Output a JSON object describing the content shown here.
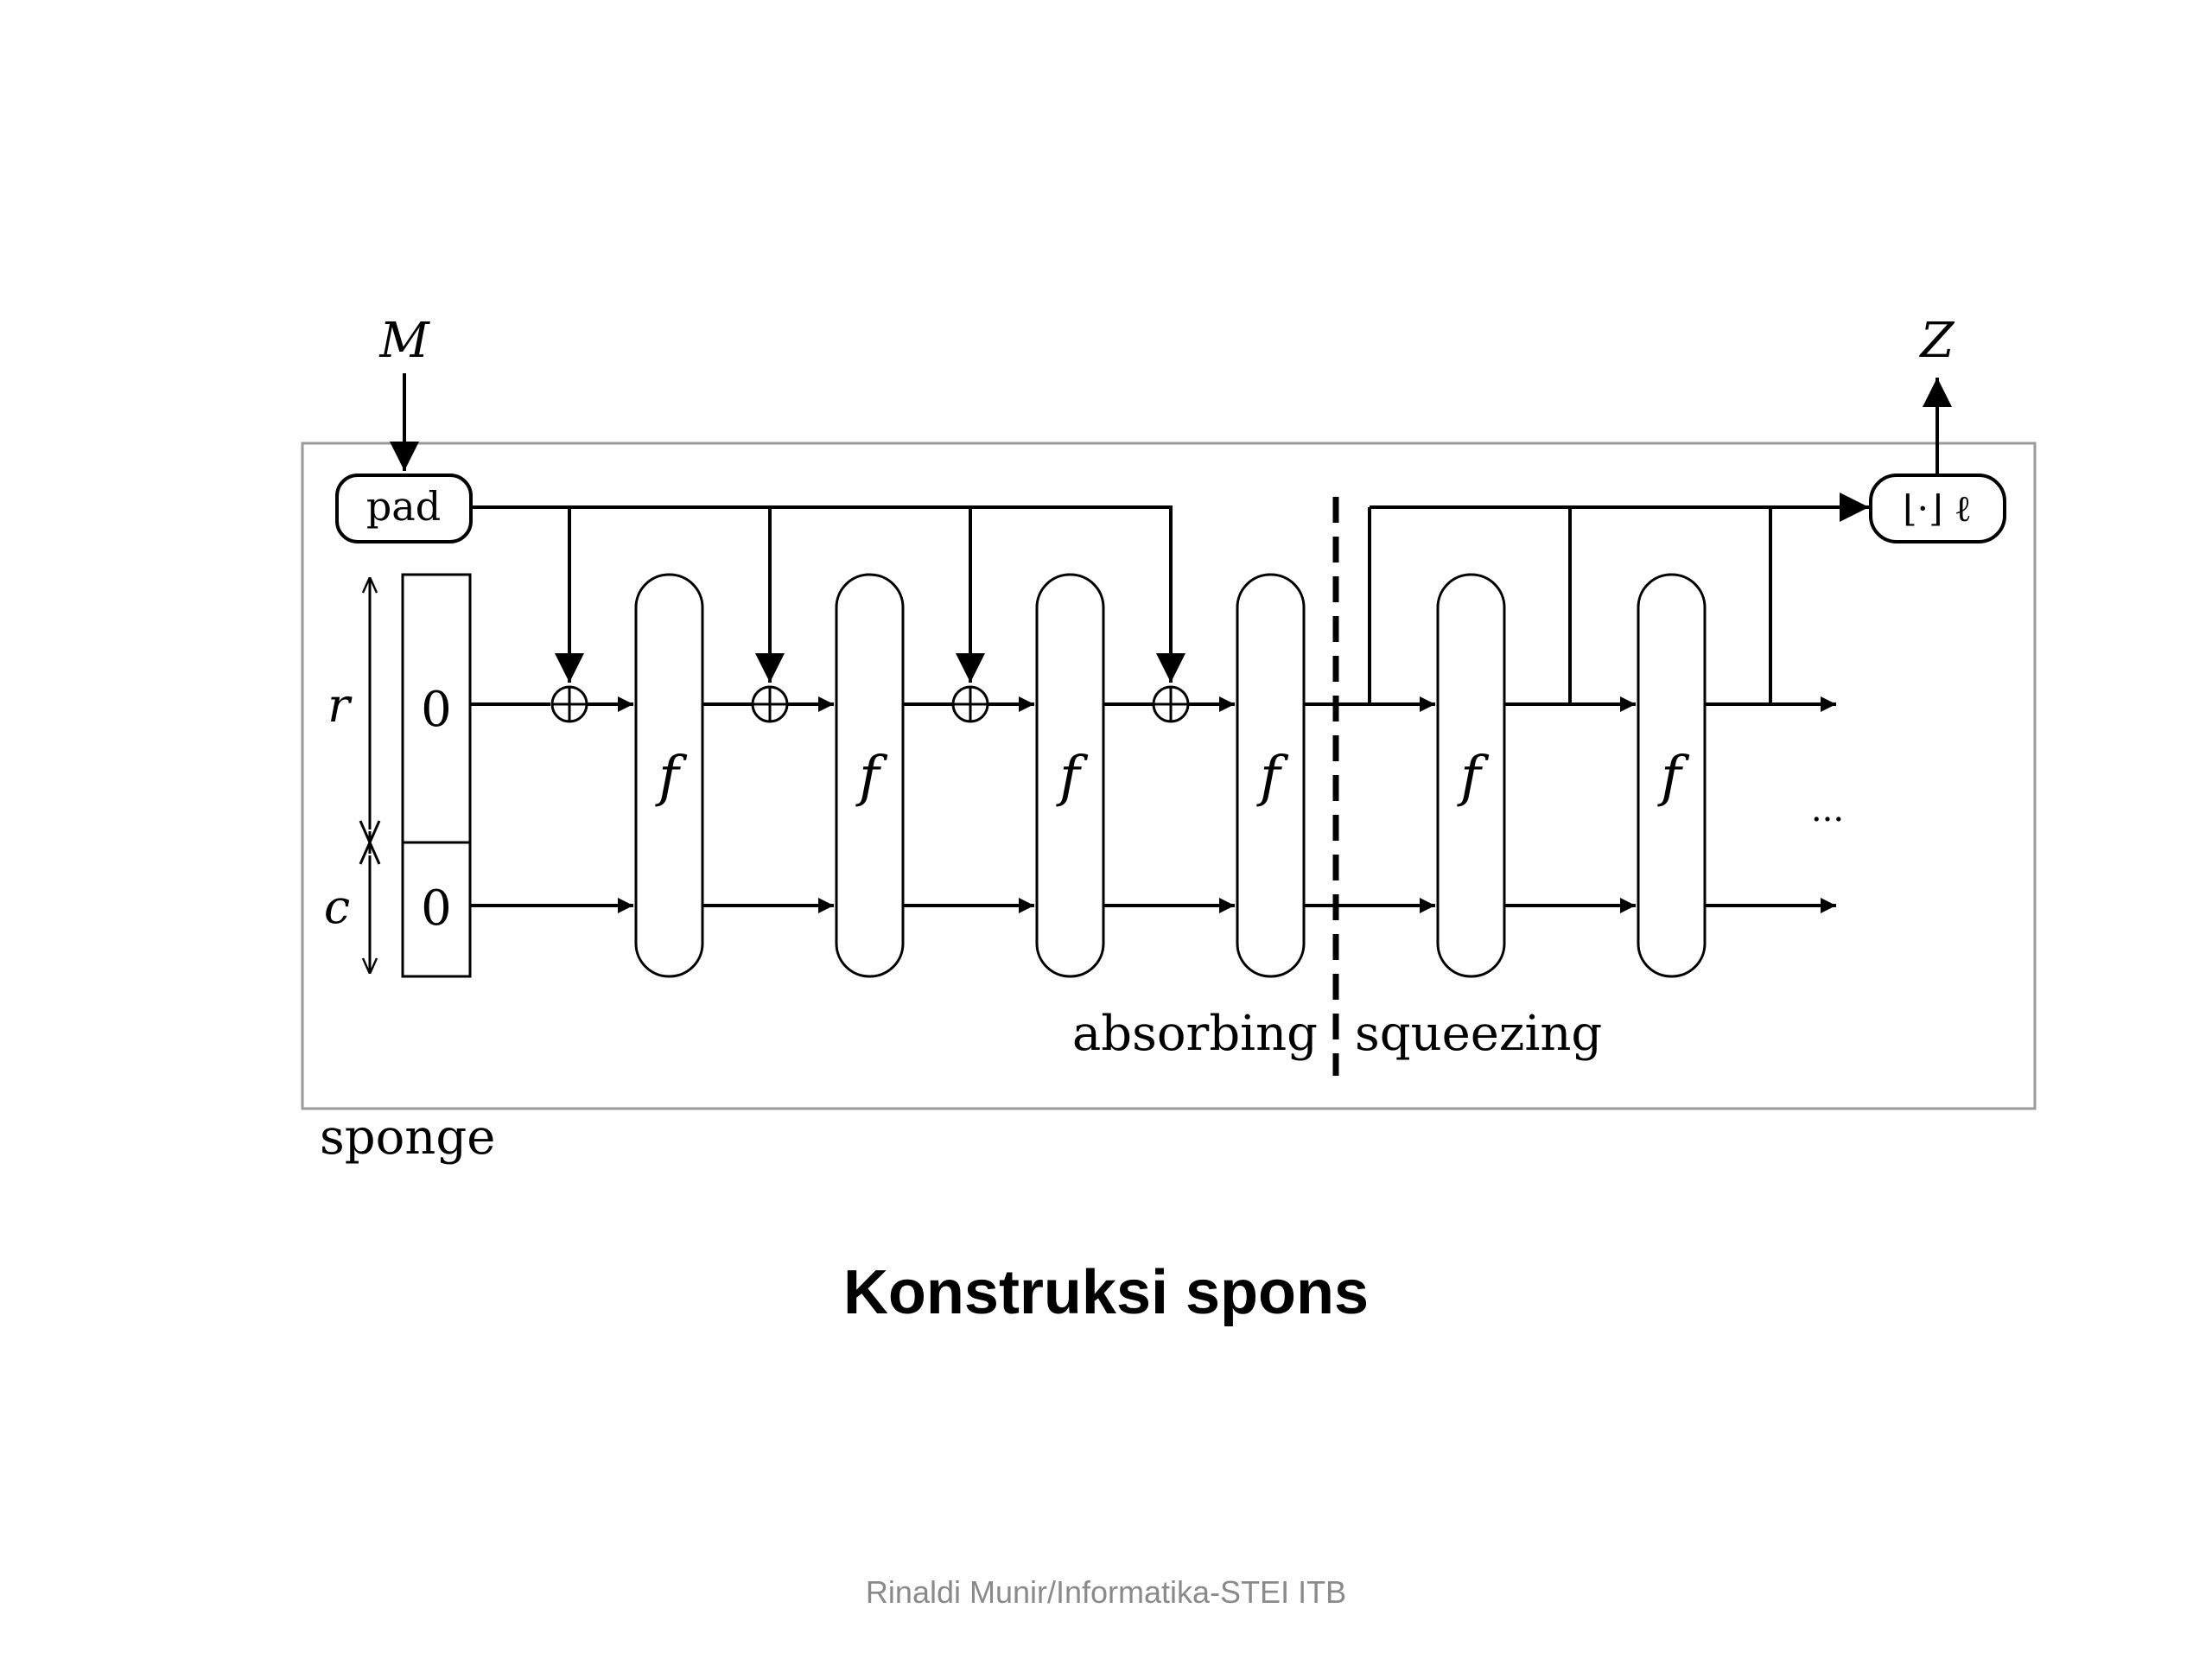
{
  "diagram": {
    "input_label": "M",
    "output_label": "Z",
    "pad_label": "pad",
    "truncate_label": "⌊·⌋ ℓ",
    "rate_label": "r",
    "capacity_label": "c",
    "rate_init": "0",
    "capacity_init": "0",
    "function_label": "f",
    "absorbing_label": "absorbing",
    "squeezing_label": "squeezing",
    "sponge_label": "sponge",
    "ellipsis": "...",
    "colors": {
      "line": "#000000",
      "frame": "#9a9a9a"
    }
  },
  "slide": {
    "caption": "Konstruksi spons",
    "footer": "Rinaldi Munir/Informatika-STEI ITB"
  }
}
